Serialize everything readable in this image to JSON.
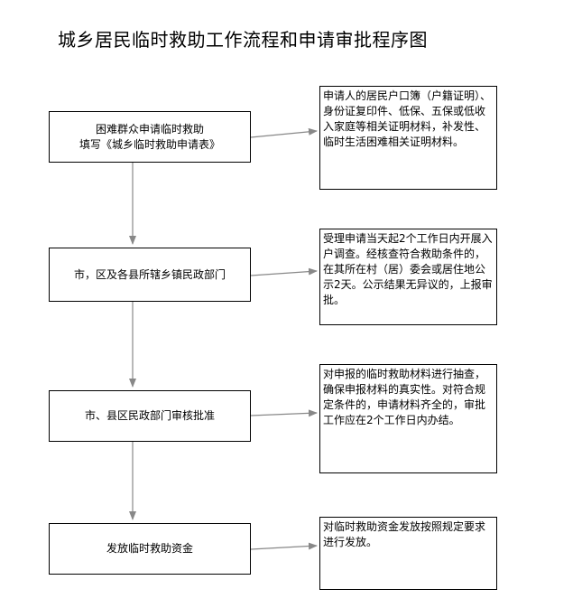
{
  "title": "城乡居民临时救助工作流程和申请审批程序图",
  "steps": [
    {
      "line1": "困难群众申请临时救助",
      "line2": "填写《城乡临时救助申请表》"
    },
    {
      "line1": "市，区及各县所辖乡镇民政部门"
    },
    {
      "line1": "市、县区民政部门审核批准"
    },
    {
      "line1": "发放临时救助资金"
    }
  ],
  "notes": [
    {
      "text": "申请人的居民户口簿（户籍证明）、身份证复印件、低保、五保或低收入家庭等相关证明材料，补发性、临时生活困难相关证明材料。"
    },
    {
      "text": "受理申请当天起2个工作日内开展入户调查。经核查符合救助条件的，在其所在村（居）委会或居住地公示2天。公示结果无异议的，上报审批。"
    },
    {
      "text": "对申报的临时救助材料进行抽查，确保申报材料的真实性。对符合规定条件的，申请材料齐全的，审批工作应在2个工作日内办结。"
    },
    {
      "text": "对临时救助资金发放按照规定要求进行发放。"
    }
  ],
  "colors": {
    "line": "#888888",
    "border": "#000000",
    "text": "#000000"
  }
}
